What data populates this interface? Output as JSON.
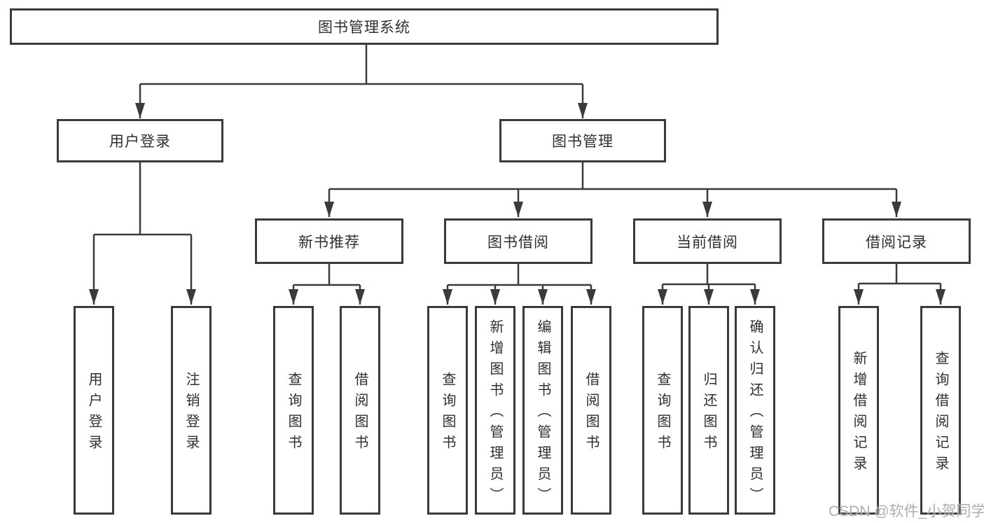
{
  "diagram": {
    "title": "图书管理系统",
    "root": {
      "label": "图书管理系统"
    },
    "branches": [
      {
        "label": "用户登录",
        "children": [
          {
            "label": "用户登录"
          },
          {
            "label": "注销登录"
          }
        ]
      },
      {
        "label": "图书管理",
        "children": [
          {
            "label": "新书推荐",
            "children": [
              {
                "label": "查询图书"
              },
              {
                "label": "借阅图书"
              }
            ]
          },
          {
            "label": "图书借阅",
            "children": [
              {
                "label": "查询图书"
              },
              {
                "label": "新增图书（管理员）"
              },
              {
                "label": "编辑图书（管理员）"
              },
              {
                "label": "借阅图书"
              }
            ]
          },
          {
            "label": "当前借阅",
            "children": [
              {
                "label": "查询图书"
              },
              {
                "label": "归还图书"
              },
              {
                "label": "确认归还（管理员）"
              }
            ]
          },
          {
            "label": "借阅记录",
            "children": [
              {
                "label": "新增借阅记录"
              },
              {
                "label": "查询借阅记录"
              }
            ]
          }
        ]
      }
    ]
  },
  "watermark": {
    "text": "CSDN @软件_小贺同学",
    "color": "#a6a6a6"
  },
  "colors": {
    "line": "#3a3a3a",
    "box_border": "#3a3a3a",
    "box_fill": "#ffffff",
    "text": "#2f2f2f",
    "background": "#ffffff"
  }
}
